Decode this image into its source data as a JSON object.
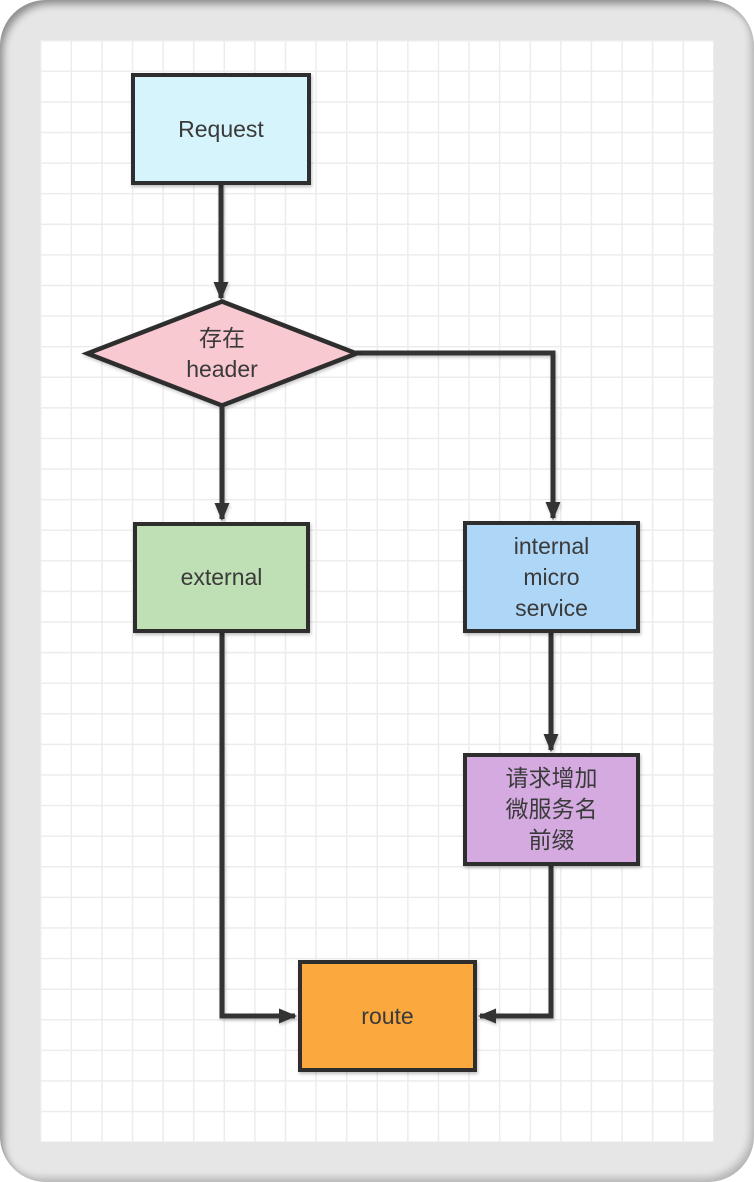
{
  "diagram": {
    "kind": "flowchart",
    "nodes": [
      {
        "id": "request",
        "type": "rect",
        "label": "Request",
        "fill": "#d6f4fb"
      },
      {
        "id": "header-check",
        "type": "diamond",
        "label": "存在\nheader",
        "fill": "#f9c9d2"
      },
      {
        "id": "external",
        "type": "rect",
        "label": "external",
        "fill": "#bfe0b5"
      },
      {
        "id": "internal",
        "type": "rect",
        "label": "internal\nmicro\nservice",
        "fill": "#aed6f7"
      },
      {
        "id": "prefix",
        "type": "rect",
        "label": "请求增加\n微服务名\n前缀",
        "fill": "#d4aae1"
      },
      {
        "id": "route",
        "type": "rect",
        "label": "route",
        "fill": "#fba93f"
      }
    ],
    "edges": [
      {
        "from": "request",
        "to": "header-check"
      },
      {
        "from": "header-check",
        "to": "external"
      },
      {
        "from": "header-check",
        "to": "internal"
      },
      {
        "from": "internal",
        "to": "prefix"
      },
      {
        "from": "external",
        "to": "route"
      },
      {
        "from": "prefix",
        "to": "route"
      }
    ],
    "colors": {
      "stroke": "#333333",
      "node_border": "#2e2e2e",
      "text": "#3a3a3a",
      "grid_line": "#ececec",
      "canvas_bg": "#ffffff",
      "frame_bg": "#e6e6e6"
    }
  }
}
